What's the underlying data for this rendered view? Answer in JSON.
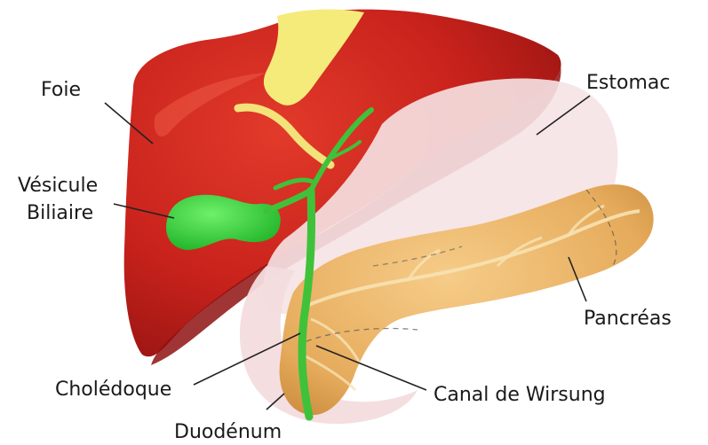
{
  "labels": {
    "liver": "Foie",
    "gallbladder_line1": "Vésicule",
    "gallbladder_line2": "Biliaire",
    "stomach": "Estomac",
    "pancreas": "Pancréas",
    "bile_duct": "Cholédoque",
    "pancreatic_duct": "Canal de Wirsung",
    "duodenum": "Duodénum"
  },
  "colors": {
    "liver": "#c8221c",
    "liver_shadow": "#8e1210",
    "liver_highlight": "#df3a2c",
    "ligament": "#f5eb7a",
    "gallbladder": "#33d63a",
    "bile_duct": "#3fc23a",
    "stomach": "#f6e3e4",
    "pancreas": "#e9b46a",
    "pancreas_edge": "#c9893e",
    "duct": "#f7e2b2"
  }
}
